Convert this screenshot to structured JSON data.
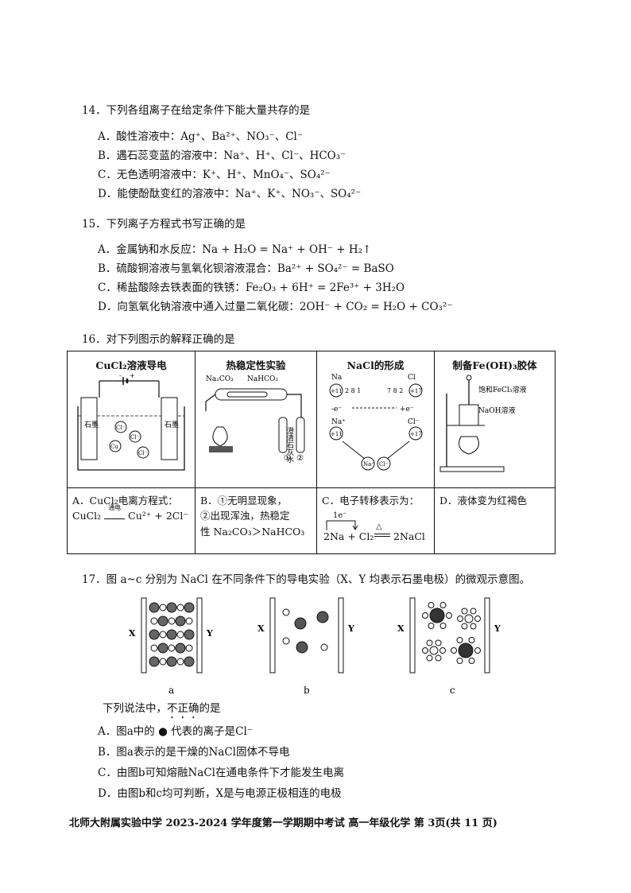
{
  "q14": {
    "stem": "14．下列各组离子在给定条件下能大量共存的是",
    "options": [
      "A．酸性溶液中：Ag⁺、Ba²⁺、NO₃⁻、Cl⁻",
      "B．遇石蕊变蓝的溶液中：Na⁺、H⁺、Cl⁻、HCO₃⁻",
      "C．无色透明溶液中：K⁺、H⁺、MnO₄⁻、SO₄²⁻",
      "D．能使酚酞变红的溶液中：Na⁺、K⁺、NO₃⁻、SO₄²⁻"
    ]
  },
  "q15": {
    "stem": "15．下列离子方程式书写正确的是",
    "options": [
      "A．金属钠和水反应：Na + H₂O = Na⁺ + OH⁻ + H₂↑",
      "B．硫酸铜溶液与氢氧化钡溶液混合：Ba²⁺ + SO₄²⁻ = BaSO",
      "C．稀盐酸除去铁表面的铁锈：Fe₂O₃ + 6H⁺ = 2Fe³⁺ + 3H₂O",
      "D．向氢氧化钠溶液中通入过量二氧化碳：2OH⁻ + CO₂ = H₂O + CO₃²⁻"
    ]
  },
  "q16": {
    "stem": "16．对下列图示的解释正确的是",
    "headers": [
      "CuCl₂溶液导电",
      "热稳定性实验",
      "NaCl的形成",
      "制备Fe(OH)₃胶体"
    ],
    "fig_labels": {
      "graphite": "石墨",
      "graphite_r": "石墨",
      "na2co3": "Na₂CO₃",
      "nahco3": "NaHCO₃",
      "limewater": "澄清石灰水",
      "circle1": "①",
      "circle2": "②",
      "na": "Na",
      "cl": "Cl",
      "na_plus": "Na⁺",
      "cl_minus": "Cl⁻",
      "lose_e": "-e⁻",
      "gain_e": "+e⁻",
      "fecl3": "饱和FeCl₃溶液",
      "naoh": "NaOH溶液"
    },
    "captions": {
      "a1": "A．CuCl₂电离方程式：",
      "a2_lhs": "CuCl₂",
      "a2_cond": "通电",
      "a2_rhs": "Cu²⁺ + 2Cl⁻",
      "b1": "B．①无明显现象，",
      "b2": "②出现浑浊，热稳定",
      "b3": "性 Na₂CO₃＞NaHCO₃",
      "c1": "C．电子转移表示为：",
      "c_e": "1e⁻",
      "c_eq_l": "2Na + Cl₂",
      "c_eq_r": "2NaCl",
      "d1": "D．液体变为红褐色"
    }
  },
  "q17": {
    "stem": "17．图 a~c 分别为 NaCl 在不同条件下的导电实验（X、Y 均表示石墨电极）的微观示意图。",
    "x": "X",
    "y": "Y",
    "fig_a": "a",
    "fig_b": "b",
    "fig_c": "c",
    "prompt_pre": "下列说法中，",
    "prompt_dot": "不正确",
    "prompt_post": "的是",
    "options": [
      "A．图a中的 ● 代表的离子是Cl⁻",
      "B．图a表示的是干燥的NaCl固体不导电",
      "C．由图b可知熔融NaCl在通电条件下才能发生电离",
      "D．由图b和c均可判断，X是与电源正极相连的电极"
    ]
  },
  "footer": "北师大附属实验中学 2023-2024 学年度第一学期期中考试  高一年级化学   第 3页(共 11 页)"
}
